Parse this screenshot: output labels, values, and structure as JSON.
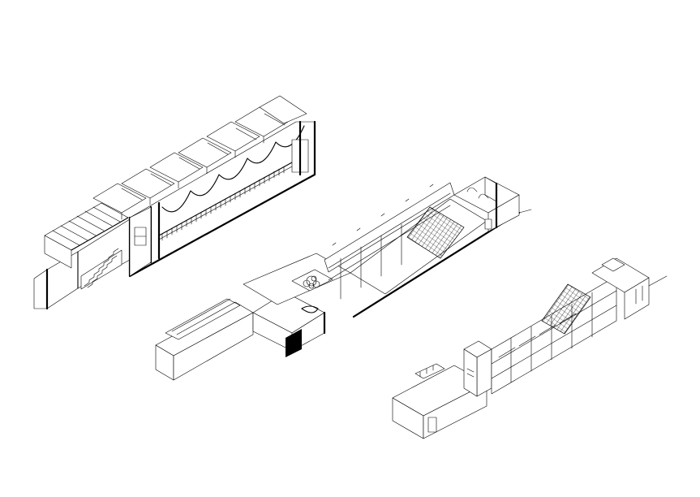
{
  "drawing": {
    "background": "#ffffff",
    "line_color": "#000000",
    "models": [
      {
        "id": "section-model",
        "kind": "axonometric-section"
      },
      {
        "id": "cutaway-model",
        "kind": "axonometric-cutaway"
      },
      {
        "id": "exterior-model",
        "kind": "axonometric-exterior"
      }
    ]
  }
}
